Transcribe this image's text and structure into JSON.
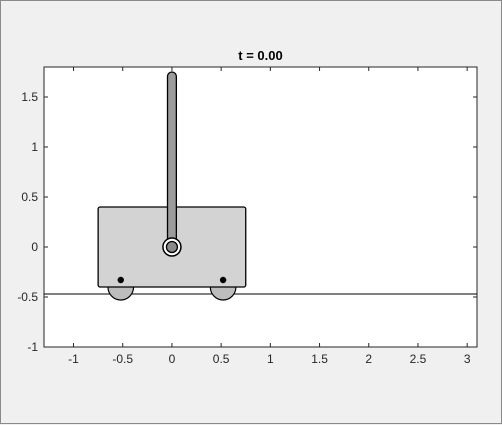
{
  "chart_data": {
    "type": "animation-frame",
    "title": "t = 0.00",
    "xlim": [
      -1.3,
      3.1
    ],
    "ylim": [
      -1,
      1.8
    ],
    "xticks": [
      -1,
      -0.5,
      0,
      0.5,
      1,
      1.5,
      2,
      2.5,
      3
    ],
    "yticks": [
      -1,
      -0.5,
      0,
      0.5,
      1,
      1.5
    ],
    "grid": false,
    "ground_y": -0.47,
    "cart": {
      "x_center": 0.0,
      "width": 1.5,
      "y_bottom": -0.4,
      "y_top": 0.4
    },
    "wheels": [
      {
        "x": -0.52,
        "y": -0.4,
        "r": 0.13
      },
      {
        "x": 0.52,
        "y": -0.4,
        "r": 0.13
      }
    ],
    "wheel_axles": [
      {
        "x": -0.52,
        "y": -0.33
      },
      {
        "x": 0.52,
        "y": -0.33
      }
    ],
    "pole": {
      "pivot_x": 0.0,
      "pivot_y": 0.0,
      "length": 1.75,
      "width": 0.09,
      "angle_deg": 0
    },
    "colors": {
      "cart": "#d3d3d3",
      "pole": "#9b9b9b",
      "outline": "#000000",
      "axes_bg": "#ffffff"
    }
  }
}
